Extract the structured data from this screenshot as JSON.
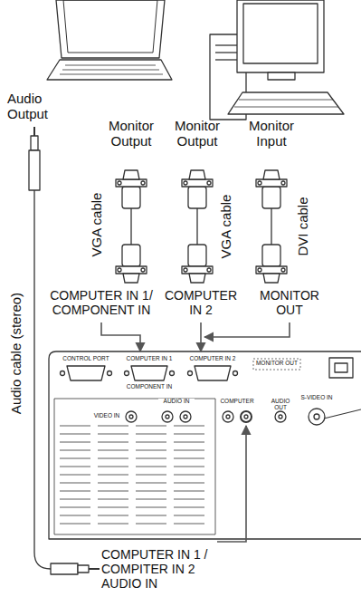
{
  "diagram": {
    "labels": [
      "Audio Output",
      "Monitor Output",
      "Monitor Output",
      "Monitor Input",
      "VGA cable",
      "VGA cable",
      "DVI cable",
      "Audio cable (stereo)",
      "COMPUTER IN 1/ COMPONENT IN",
      "COMPUTER IN 2",
      "MONITOR OUT",
      "COMPUTER IN 1 / COMPITER IN 2 AUDIO IN",
      "CONTROL PORT",
      "COMPUTER IN 1",
      "COMPONENT IN",
      "COMPUTER IN 2",
      "MONITOR OUT",
      "VIDEO IN",
      "AUDIO IN",
      "COMPUTER",
      "AUDIO OUT",
      "S-VIDEO IN"
    ]
  }
}
